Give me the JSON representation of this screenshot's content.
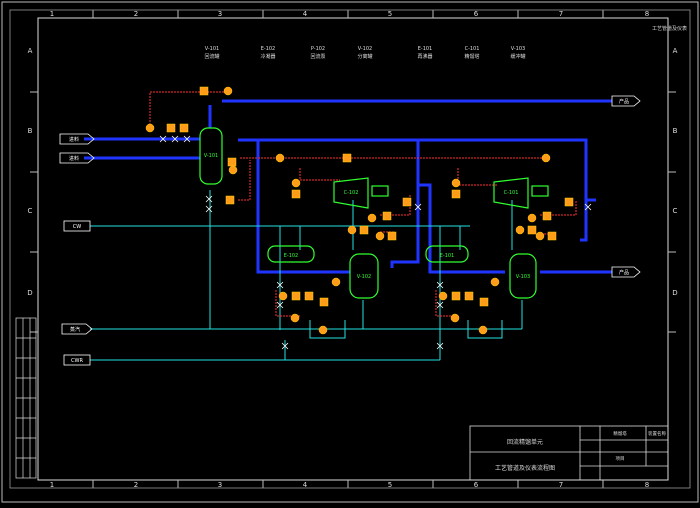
{
  "drawing": {
    "title_line1": "回流精馏单元",
    "title_line2": "工艺管道及仪表流程图",
    "top_right_stamp": "工艺管道及仪表",
    "small_label_1": "精馏塔",
    "small_label_2": "项目",
    "small_label_3": "装置名称"
  },
  "grid": {
    "top_cols": [
      "1",
      "2",
      "3",
      "4",
      "5",
      "6",
      "7",
      "8"
    ],
    "bottom_cols": [
      "1",
      "2",
      "3",
      "4",
      "5",
      "6",
      "7",
      "8"
    ],
    "rows_left": [
      "A",
      "B",
      "C",
      "D"
    ],
    "rows_right": [
      "A",
      "B",
      "C",
      "D"
    ]
  },
  "equipment_header": [
    {
      "tag": "V-101",
      "desc": "回流罐"
    },
    {
      "tag": "E-102",
      "desc": "冷凝器"
    },
    {
      "tag": "P-102",
      "desc": "回流泵"
    },
    {
      "tag": "V-102",
      "desc": "分离罐"
    },
    {
      "tag": "E-101",
      "desc": "再沸器"
    },
    {
      "tag": "C-101",
      "desc": "精馏塔"
    },
    {
      "tag": "V-103",
      "desc": "缓冲罐"
    }
  ],
  "equipment": {
    "v_left": "V-101",
    "comp_1": "C-102",
    "comp_2": "C-101",
    "exch_1": "E-102",
    "exch_2": "E-101",
    "v_mid": "V-102",
    "v_right": "V-103"
  },
  "streams": {
    "in_top": "进料",
    "in_second": "进料",
    "out_top_right": "产品",
    "out_right": "产品",
    "box_c": "CW",
    "box_d": "CWR",
    "left_lower": "蒸汽"
  }
}
